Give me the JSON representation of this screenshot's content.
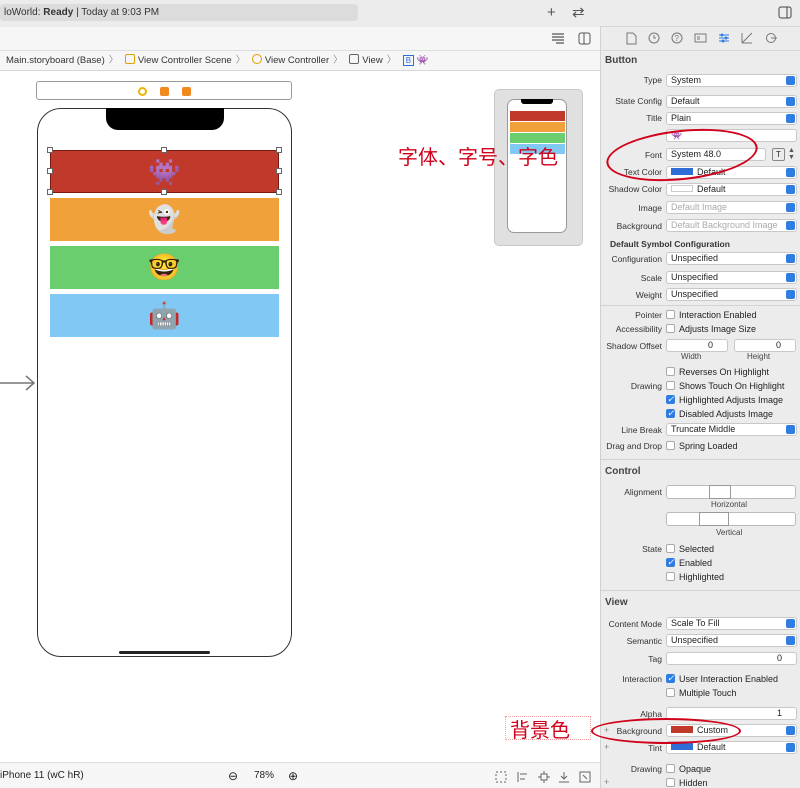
{
  "window": {
    "status_app": "loWorld: ",
    "status_state": "Ready",
    "status_time": "Today at 9:03 PM",
    "add_icon": "+",
    "swap_icon": "⇄"
  },
  "breadcrumb": {
    "items": [
      "Main.storyboard (Base)",
      "View Controller Scene",
      "View Controller",
      "View",
      "B",
      "👾"
    ]
  },
  "canvas": {
    "buttons": [
      {
        "emoji": "👾",
        "color": "#c0392b"
      },
      {
        "emoji": "👻",
        "color": "#f0a13a"
      },
      {
        "emoji": "🤓",
        "color": "#6acd6e"
      },
      {
        "emoji": "🤖",
        "color": "#82c8f5"
      }
    ],
    "device_label": "iPhone 11 (wC hR)",
    "zoom": "78%",
    "zoom_out_icon": "⊖",
    "zoom_in_icon": "⊕"
  },
  "inspector": {
    "button_section": "Button",
    "type_label": "Type",
    "type_value": "System",
    "state_config_label": "State Config",
    "state_config_value": "Default",
    "title_label": "Title",
    "title_value": "Plain",
    "title_text": "👾",
    "font_label": "Font",
    "font_value": "System 48.0",
    "text_color_label": "Text Color",
    "text_color_value": "Default",
    "shadow_color_label": "Shadow Color",
    "shadow_color_value": "Default",
    "image_label": "Image",
    "image_placeholder": "Default Image",
    "background_label": "Background",
    "background_placeholder": "Default Background Image",
    "symbol_header": "Default Symbol Configuration",
    "configuration_label": "Configuration",
    "configuration_value": "Unspecified",
    "scale_label": "Scale",
    "scale_value": "Unspecified",
    "weight_label": "Weight",
    "weight_value": "Unspecified",
    "pointer_label": "Pointer",
    "pointer_cb": "Interaction Enabled",
    "accessibility_label": "Accessibility",
    "accessibility_cb": "Adjusts Image Size",
    "shadow_offset_label": "Shadow Offset",
    "shadow_w": "0",
    "shadow_h": "0",
    "width_label": "Width",
    "height_label": "Height",
    "reverses_cb": "Reverses On Highlight",
    "drawing_label": "Drawing",
    "shows_touch_cb": "Shows Touch On Highlight",
    "highlighted_adjusts_cb": "Highlighted Adjusts Image",
    "disabled_adjusts_cb": "Disabled Adjusts Image",
    "line_break_label": "Line Break",
    "line_break_value": "Truncate Middle",
    "drag_drop_label": "Drag and Drop",
    "spring_loaded_cb": "Spring Loaded",
    "control_section": "Control",
    "alignment_label": "Alignment",
    "horizontal_label": "Horizontal",
    "vertical_label": "Vertical",
    "state_label": "State",
    "selected_cb": "Selected",
    "enabled_cb": "Enabled",
    "highlighted_cb": "Highlighted",
    "view_section": "View",
    "content_mode_label": "Content Mode",
    "content_mode_value": "Scale To Fill",
    "semantic_label": "Semantic",
    "semantic_value": "Unspecified",
    "tag_label": "Tag",
    "tag_value": "0",
    "interaction_label": "Interaction",
    "user_interaction_cb": "User Interaction Enabled",
    "multiple_touch_cb": "Multiple Touch",
    "alpha_label": "Alpha",
    "alpha_value": "1",
    "view_background_label": "Background",
    "view_background_value": "Custom",
    "tint_label": "Tint",
    "tint_value": "Default",
    "view_drawing_label": "Drawing",
    "opaque_cb": "Opaque",
    "hidden_cb": "Hidden"
  },
  "annotations": {
    "font_note": "字体、字号、字色",
    "bg_note": "背景色"
  },
  "colors": {
    "text_color_swatch": "#2f6ed6",
    "bg_swatch": "#c0392b",
    "tint_swatch": "#2f6ed6",
    "accent": "#2f7de1",
    "annotation": "#d0021b"
  }
}
